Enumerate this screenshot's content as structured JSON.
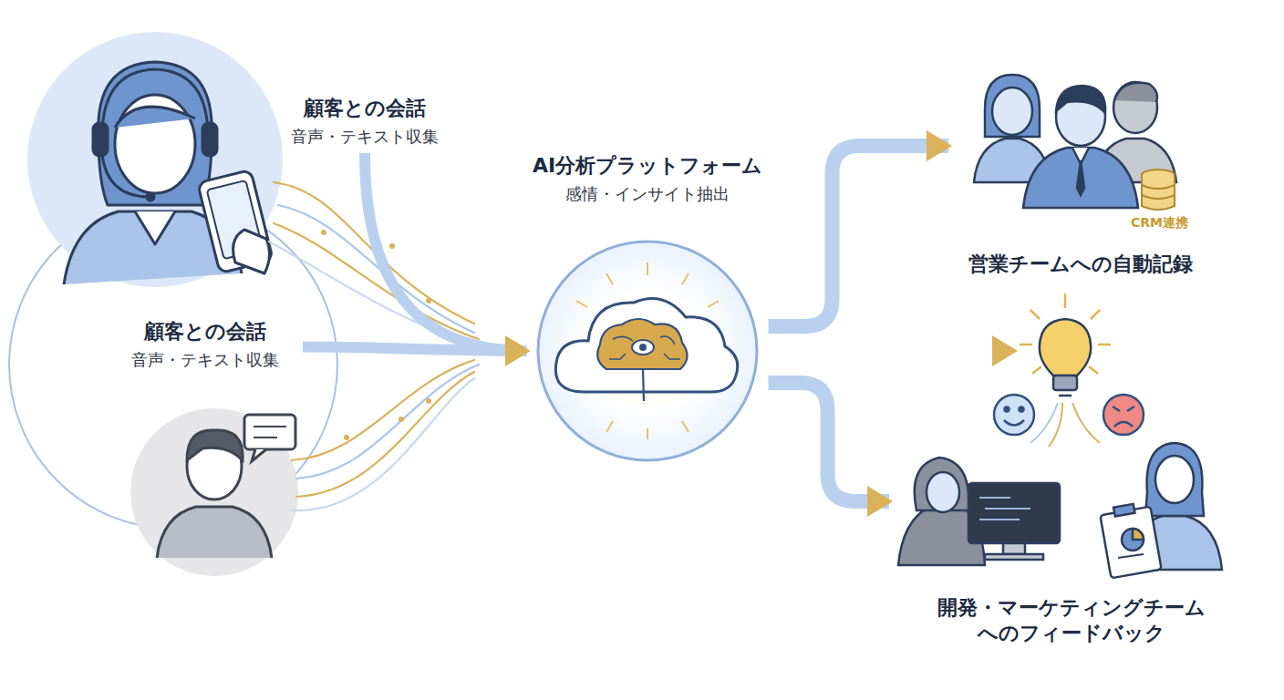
{
  "diagram": {
    "nodes": [
      {
        "text": [
          "顧客との会話",
          "音声・テキスト収集"
        ]
      },
      {
        "text": [
          "顧客との会話",
          "音声・テキスト収集"
        ]
      },
      {
        "text": [
          "AI分析プラットフォーム",
          "感情・インサイト抽出"
        ]
      },
      {
        "text": [
          "営業チームへの自動記録"
        ]
      },
      {
        "text": [
          "開発・マーケティングチーム へのフィードバック"
        ]
      }
    ],
    "edges": [
      {
        "from": 0,
        "to": 2,
        "arrow": "to"
      },
      {
        "from": 1,
        "to": 2,
        "arrow": "to"
      },
      {
        "from": 2,
        "to": 3,
        "arrow": "to"
      },
      {
        "from": 2,
        "to": 4,
        "arrow": "to"
      }
    ],
    "labels": [
      "CRM連携"
    ]
  }
}
